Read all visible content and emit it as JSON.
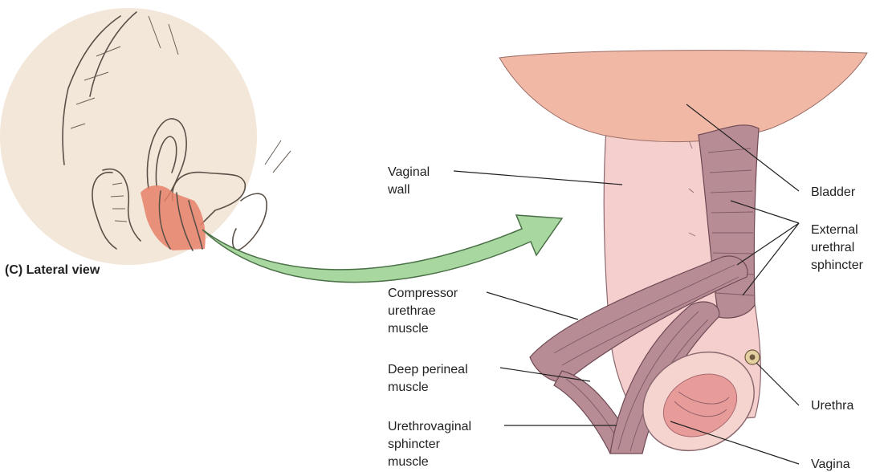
{
  "figure": {
    "view_caption": "(C) Lateral view",
    "colors": {
      "inset_circle": "#f2e7d8",
      "highlight": "#e8806a",
      "bladder": "#f2b8a6",
      "vaginal_wall": "#f5cfcd",
      "muscle": "#b88c95",
      "arrow": "#a8d8a0"
    }
  },
  "labels": {
    "vaginal_wall": [
      "Vaginal",
      "wall"
    ],
    "bladder": [
      "Bladder"
    ],
    "external_urethral_sphincter": [
      "External",
      "urethral",
      "sphincter"
    ],
    "compressor_urethrae": [
      "Compressor",
      "urethrae",
      "muscle"
    ],
    "deep_perineal": [
      "Deep perineal",
      "muscle"
    ],
    "urethrovaginal_sphincter": [
      "Urethrovaginal",
      "sphincter",
      "muscle"
    ],
    "urethra": [
      "Urethra"
    ],
    "vagina": [
      "Vagina"
    ]
  }
}
